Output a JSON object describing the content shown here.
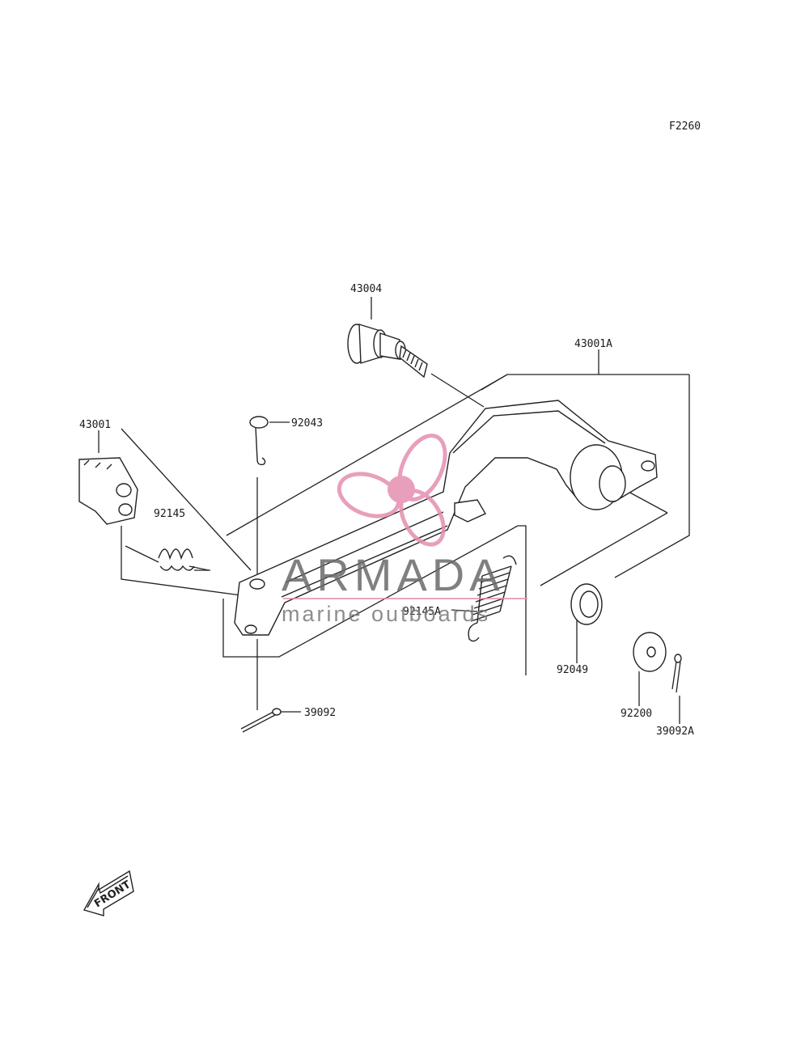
{
  "diagram_code": "F2260",
  "part_labels": {
    "p43004": "43004",
    "p43001A": "43001A",
    "p43001": "43001",
    "p92043": "92043",
    "p92145": "92145",
    "p92145A": "92145A",
    "p92049": "92049",
    "p92200": "92200",
    "p39092": "39092",
    "p39092A": "39092A"
  },
  "front_marker": "FRONT",
  "watermark": {
    "word": "ARMADA",
    "tagline": "marine outboards",
    "accent_color": "#e48fb1",
    "text_color": "#6b6b6b"
  }
}
